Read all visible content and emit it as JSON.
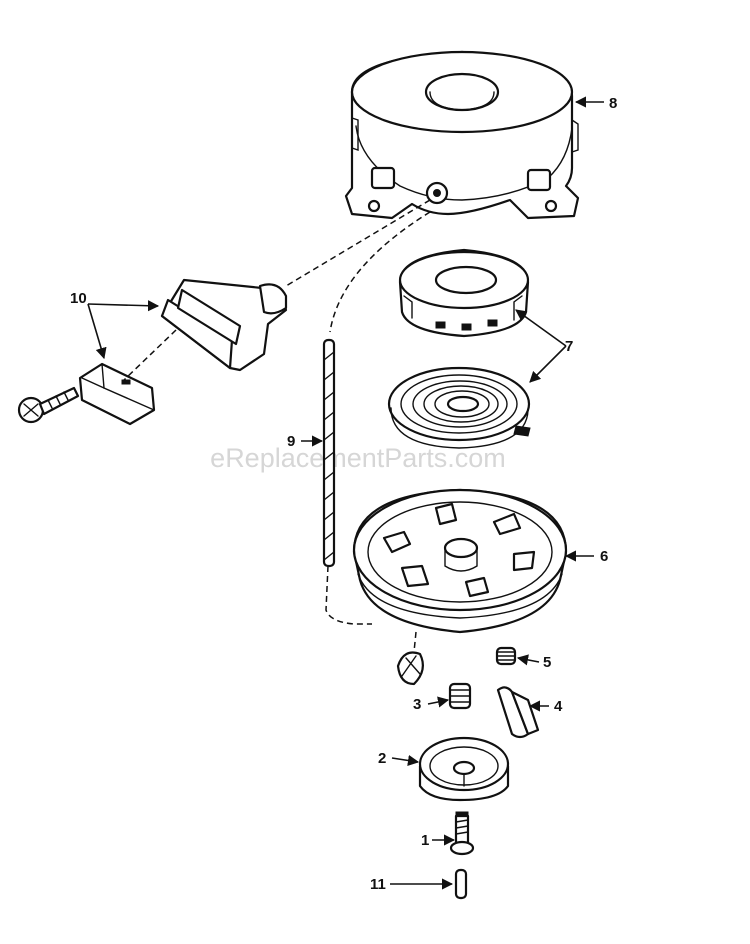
{
  "watermark": "eReplacementParts.com",
  "callouts": {
    "c1": "1",
    "c2": "2",
    "c3": "3",
    "c4": "4",
    "c5": "5",
    "c6": "6",
    "c7": "7",
    "c8": "8",
    "c9": "9",
    "c10": "10",
    "c11": "11"
  }
}
